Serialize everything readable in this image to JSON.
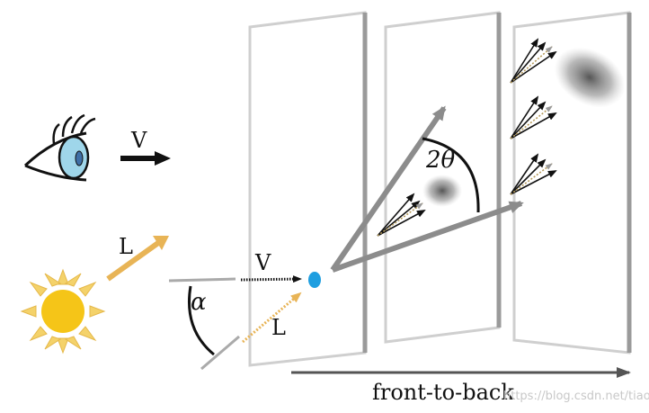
{
  "labels": {
    "view_top": "V",
    "light_top": "L",
    "view_ray": "V",
    "light_ray": "L",
    "angle_alpha": "α",
    "angle_two_theta": "2θ",
    "direction": "front-to-back",
    "watermark": "https://blog.csdn.net/tiao_god"
  },
  "colors": {
    "panel_stroke": "#c8c8c8",
    "panel_side": "#9a9a9a",
    "cone": "#8c8c8c",
    "particle": "#1e9ee0",
    "eye_iris": "#9fd6ea",
    "sun_core": "#f5c518",
    "sun_rays": "#f4d26a",
    "light_arrow": "#e8b456",
    "black": "#111111"
  }
}
